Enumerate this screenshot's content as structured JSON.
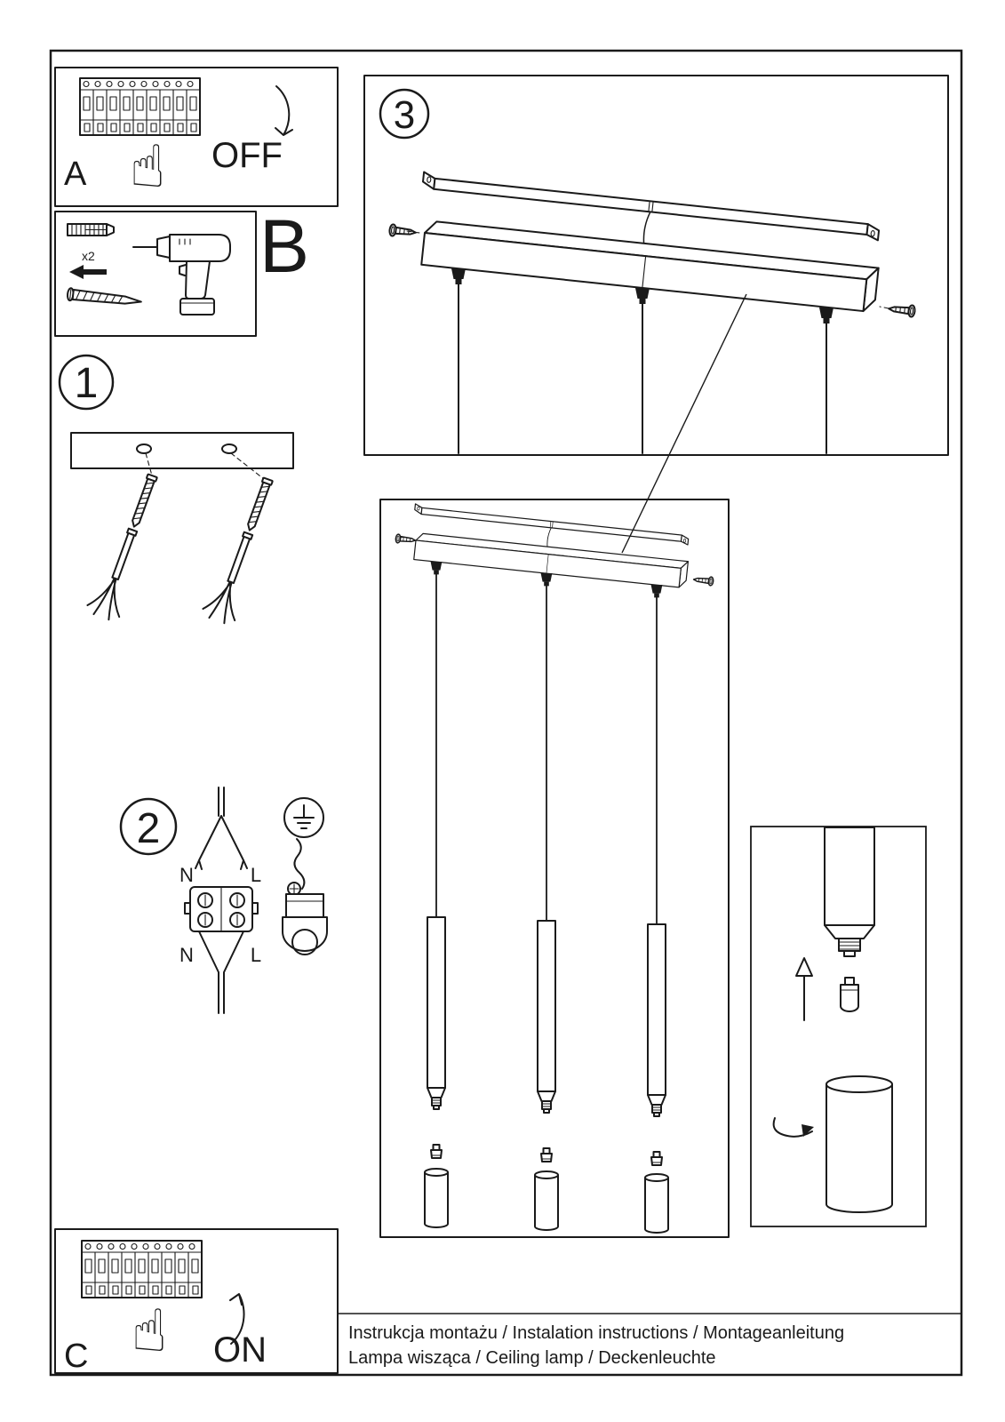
{
  "colors": {
    "line": "#1a1a1a",
    "background": "#ffffff"
  },
  "steps": {
    "a": {
      "label": "A",
      "action": "OFF"
    },
    "b": {
      "label": "B",
      "anchor_qty": "x2"
    },
    "c": {
      "label": "C",
      "action": "ON"
    },
    "one": {
      "label": "1"
    },
    "two": {
      "label": "2",
      "terminals": {
        "top_left": "N",
        "top_right": "L",
        "bottom_left": "N",
        "bottom_right": "L"
      }
    },
    "three": {
      "label": "3"
    }
  },
  "icons": {
    "hand": "☝"
  },
  "caption": {
    "line1": "Instrukcja montażu / Instalation instructions / Montageanleitung",
    "line2": "Lampa wisząca / Ceiling lamp / Deckenleuchte"
  }
}
